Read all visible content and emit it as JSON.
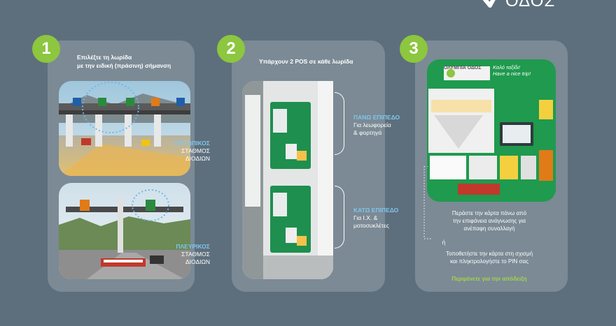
{
  "logo": {
    "text": "ΟΔΟΣ"
  },
  "colors": {
    "background": "#5d6f7c",
    "panel": "#7b8a95",
    "accent_green": "#8dc63f",
    "label_blue": "#7fc6ee"
  },
  "step1": {
    "number": "1",
    "title_line1": "Επιλέξτε τη λωρίδα",
    "title_line2": "με την ειδική (πράσινη) σήμανση",
    "upper_label": {
      "line1": "ΜΕΤΩΠΙΚΟΣ",
      "line2": "ΣΤΑΘΜΟΣ",
      "line3": "ΔΙΟΔΙΩΝ"
    },
    "lower_label": {
      "line1": "ΠΛΕΥΡΙΚΟΣ",
      "line2": "ΣΤΑΘΜΟΣ",
      "line3": "ΔΙΟΔΙΩΝ"
    }
  },
  "step2": {
    "number": "2",
    "title": "Υπάρχουν 2 POS σε κάθε λωρίδα",
    "upper": {
      "heading": "ΠΑΝΩ ΕΠΙΠΕΔΟ",
      "line1": "Για λεωφορεία",
      "line2": "& φορτηγά"
    },
    "lower": {
      "heading": "ΚΑΤΩ ΕΠΙΠΕΔΟ",
      "line1": "Για Ι.Χ. &",
      "line2": "μοτοσυκλέτες"
    }
  },
  "step3": {
    "number": "3",
    "machine_brand": "ΟΛΥΜΠΙΑ ΟΔΟΣ",
    "machine_greeting_1": "Καλό ταξίδι!",
    "machine_greeting_2": "Have a nice trip!",
    "instr1_line1": "Περάστε την κάρτα πάνω από",
    "instr1_line2": "την επιφάνεια ανάγνωσης για",
    "instr1_line3": "ανέπαφη συναλλαγή",
    "or": "ή",
    "instr2_line1": "Τοποθετήστε την κάρτα στη σχισμή",
    "instr2_line2": "και πληκτρολογήστε το PIN σας",
    "wait": "Περιμένετε για την απόδειξη"
  }
}
